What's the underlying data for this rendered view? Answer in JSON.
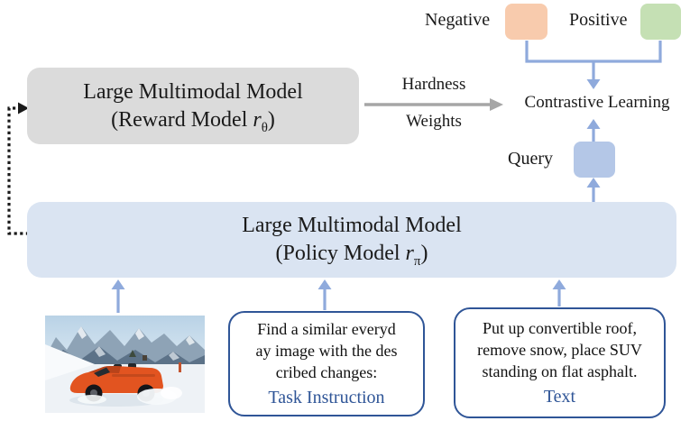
{
  "figure": {
    "type": "model-architecture-diagram"
  },
  "colors": {
    "reward_box_bg": "#dbdbdb",
    "policy_box_bg": "#dae4f2",
    "negative_chip_bg": "#f8cbad",
    "positive_chip_bg": "#c5e0b4",
    "query_chip_bg": "#b4c7e7",
    "arrow_blue": "#8faadc",
    "arrow_gray": "#a6a6a6",
    "dotted_arrow_black": "#1a1a1a",
    "note_border_blue": "#2f5597",
    "caption_text_blue": "#2f5597"
  },
  "reward_model": {
    "line1": "Large Multimodal Model",
    "line2_prefix": "(Reward Model ",
    "line2_var": "r",
    "line2_sub": "θ",
    "line2_suffix": ")"
  },
  "policy_model": {
    "line1": "Large Multimodal Model",
    "line2_prefix": "(Policy Model ",
    "line2_var": "r",
    "line2_sub": "π",
    "line2_suffix": ")"
  },
  "labels": {
    "negative": "Negative",
    "positive": "Positive",
    "hardness_line1": "Hardness",
    "hardness_line2": "Weights",
    "contrastive_learning": "Contrastive Learning",
    "query": "Query"
  },
  "task_instruction_box": {
    "lines": [
      "Find a similar everyd",
      "ay image with the des",
      "cribed changes:"
    ],
    "caption": "Task Instruction"
  },
  "text_box": {
    "lines": [
      "Put up convertible roof,",
      "remove snow, place SUV",
      "standing on flat asphalt."
    ],
    "caption": "Text"
  },
  "photo": {
    "icon_name": "orange-convertible-suv-in-snow-photo"
  }
}
